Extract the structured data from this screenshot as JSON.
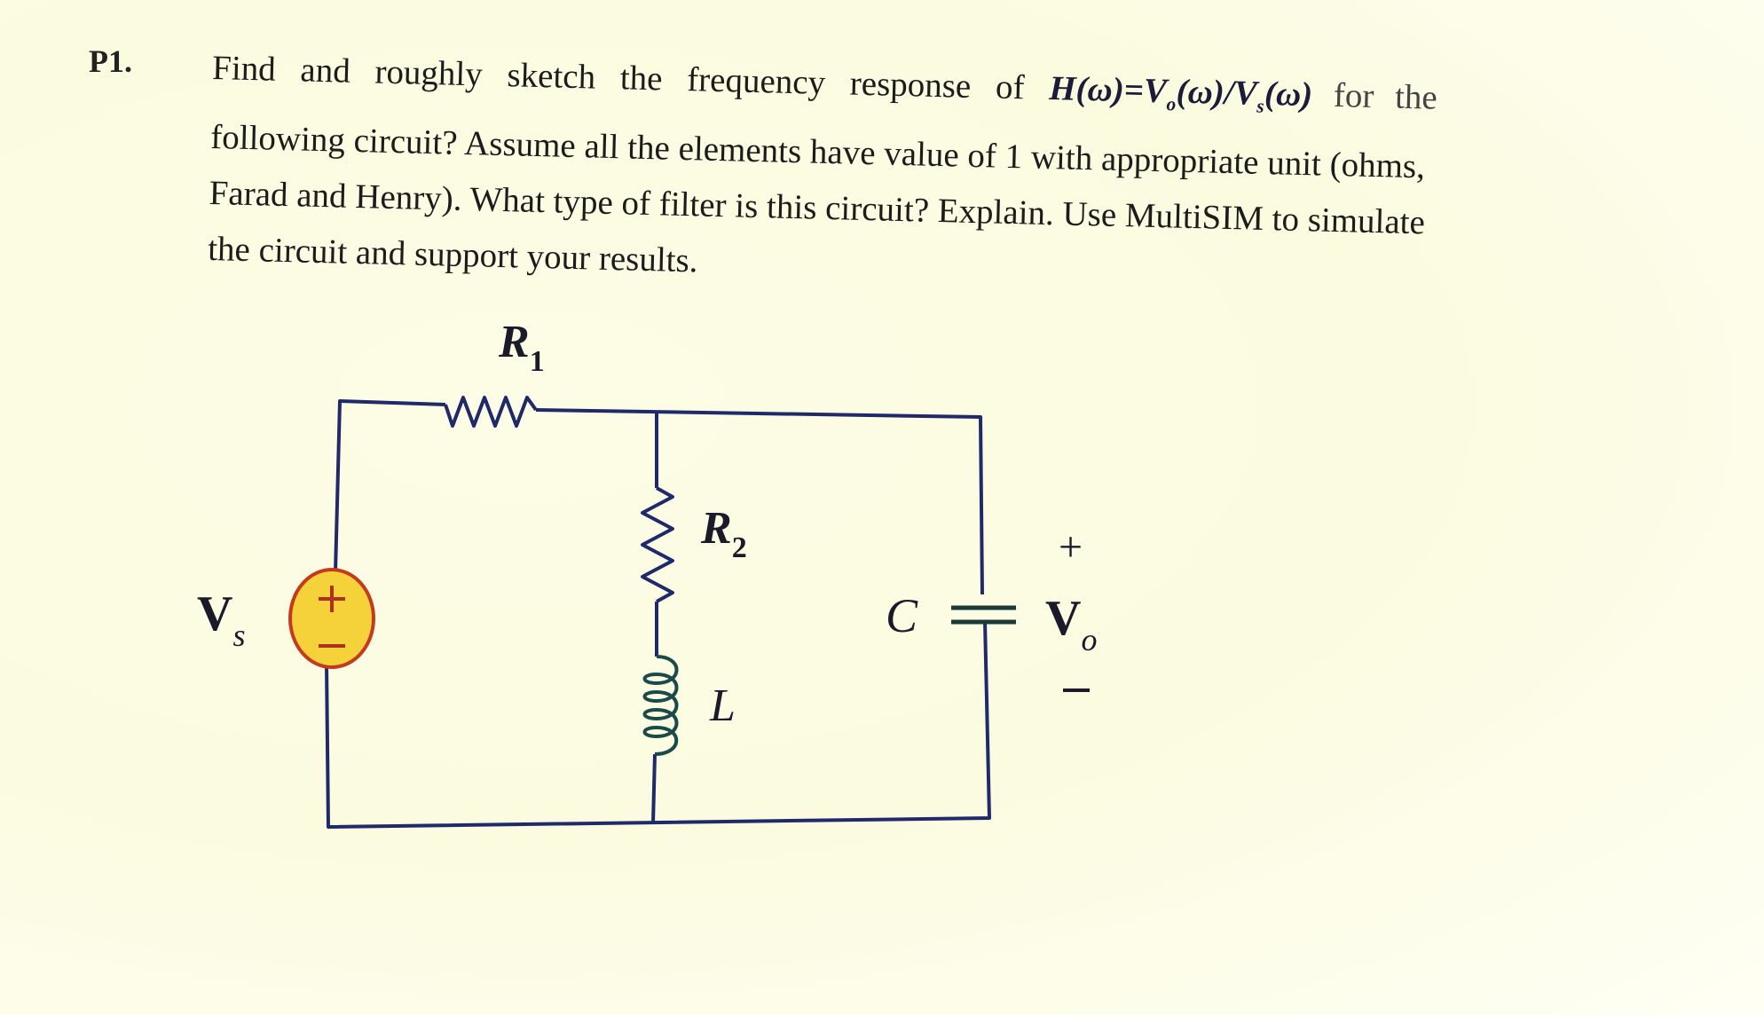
{
  "problem": {
    "label": "P1.",
    "lines": [
      {
        "pre": "Find and roughly sketch the frequency response of ",
        "math": "H(ω)=V",
        "math_sub1": "o",
        "math_mid": "(ω)/V",
        "math_sub2": "s",
        "math_end": "(ω)",
        "post": " for the"
      },
      {
        "text": "following circuit? Assume all the elements have value of 1 with appropriate unit (ohms,"
      },
      {
        "text": "Farad and Henry). What type of filter is this circuit? Explain. Use MultiSIM to simulate"
      },
      {
        "text": "the circuit and support your results."
      }
    ]
  },
  "circuit": {
    "components": [
      {
        "id": "R1",
        "type": "resistor",
        "label": "R",
        "sub": "1",
        "position": "series-top"
      },
      {
        "id": "R2",
        "type": "resistor",
        "label": "R",
        "sub": "2",
        "position": "shunt-middle"
      },
      {
        "id": "L",
        "type": "inductor",
        "label": "L",
        "position": "shunt-middle"
      },
      {
        "id": "C",
        "type": "capacitor",
        "label": "C",
        "position": "shunt-right"
      },
      {
        "id": "Vs",
        "type": "voltage-source",
        "label": "V",
        "sub": "s",
        "plus": "+",
        "minus": "−"
      }
    ],
    "output": {
      "label": "V",
      "sub": "o",
      "plus": "+",
      "minus": "−"
    },
    "colors": {
      "wire": "#1f2a6b",
      "source_fill": "#f5d23a",
      "source_stroke": "#c43a1e",
      "inductor": "#1a4a4a",
      "capacitor": "#1a3a3a"
    }
  }
}
